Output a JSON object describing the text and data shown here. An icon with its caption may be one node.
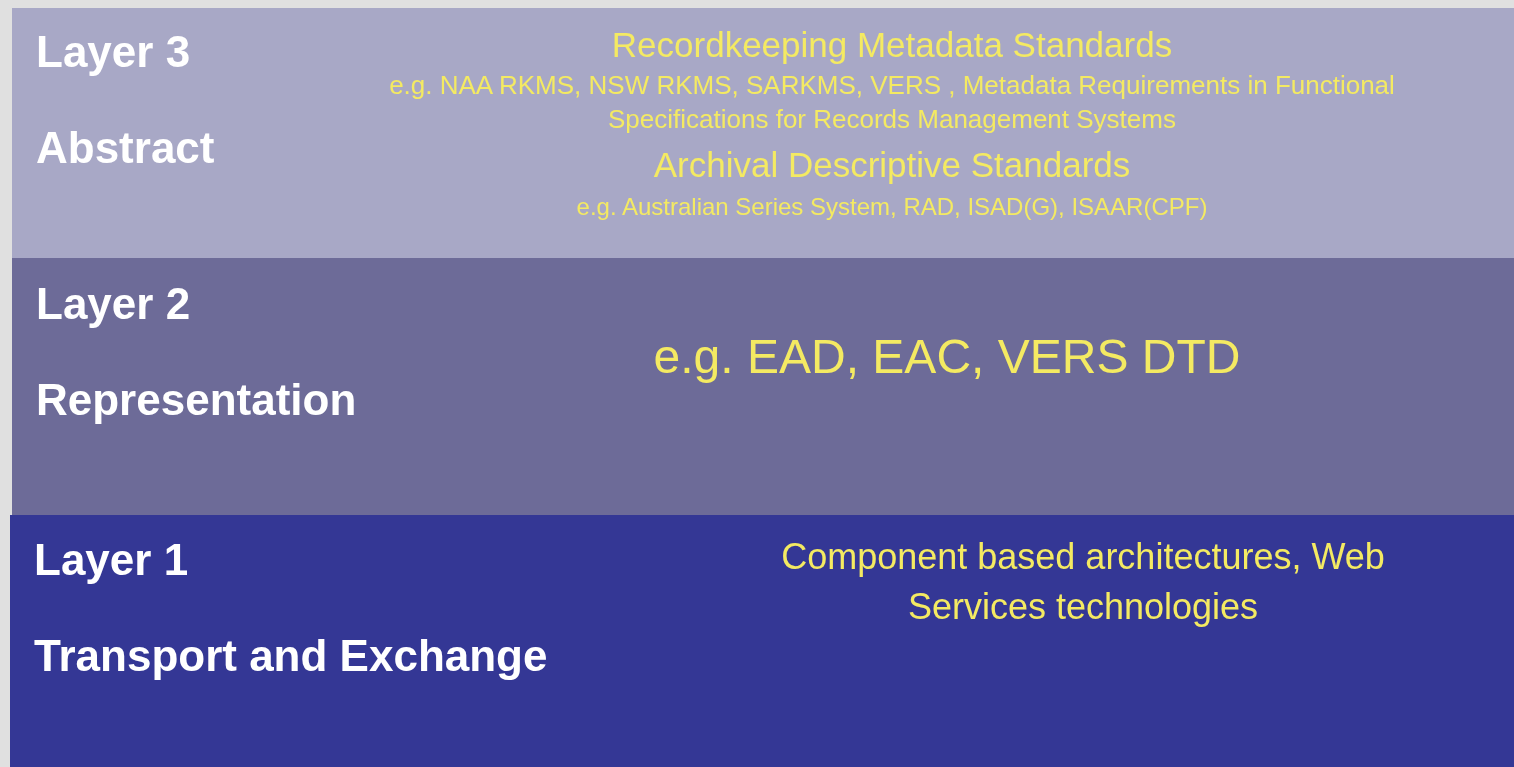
{
  "diagram": {
    "nodes": [
      {
        "text": [
          "Layer 3",
          "Abstract",
          "Recordkeeping Metadata Standards",
          "e.g. NAA RKMS, NSW RKMS, SARKMS, VERS , Metadata Requirements in Functional Specifications for Records Management Systems",
          "Archival Descriptive Standards",
          "e.g. Australian Series System, RAD, ISAD(G), ISAAR(CPF)"
        ]
      },
      {
        "text": [
          "Layer 2",
          "Representation",
          "e.g. EAD, EAC, VERS DTD"
        ]
      },
      {
        "text": [
          "Layer 1",
          "Transport and Exchange",
          "Component based architectures, Web Services technologies"
        ]
      }
    ]
  }
}
